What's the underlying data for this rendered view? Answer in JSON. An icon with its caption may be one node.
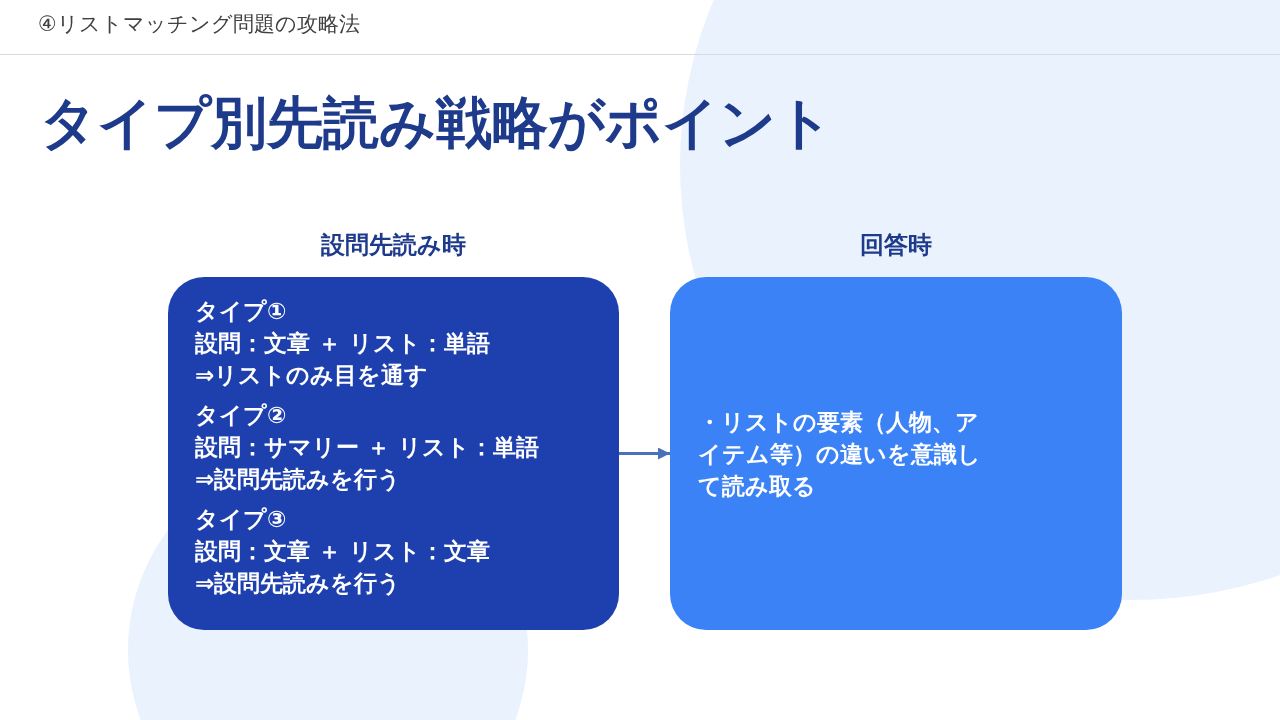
{
  "diagram": {
    "title": "タイプ別先読み戦略がポイント",
    "nodes": [
      {
        "text": [
          "設問先読み時",
          "タイプ①",
          "設問：文章 ＋ リスト：単語",
          "⇒リストのみ目を通す",
          "タイプ②",
          "設問：サマリー ＋ リスト：単語",
          "⇒設問先読みを行う",
          "タイプ③",
          "設問：文章 ＋ リスト：文章",
          "⇒設問先読みを行う"
        ]
      },
      {
        "text": [
          "回答時",
          "・リストの要素（人物、アイテム等）の違いを意識して読み取る"
        ]
      }
    ],
    "edges": [
      {
        "from": 0,
        "to": 1,
        "arrow": "to"
      }
    ],
    "labels": [
      "④リストマッチング問題の攻略法"
    ]
  }
}
